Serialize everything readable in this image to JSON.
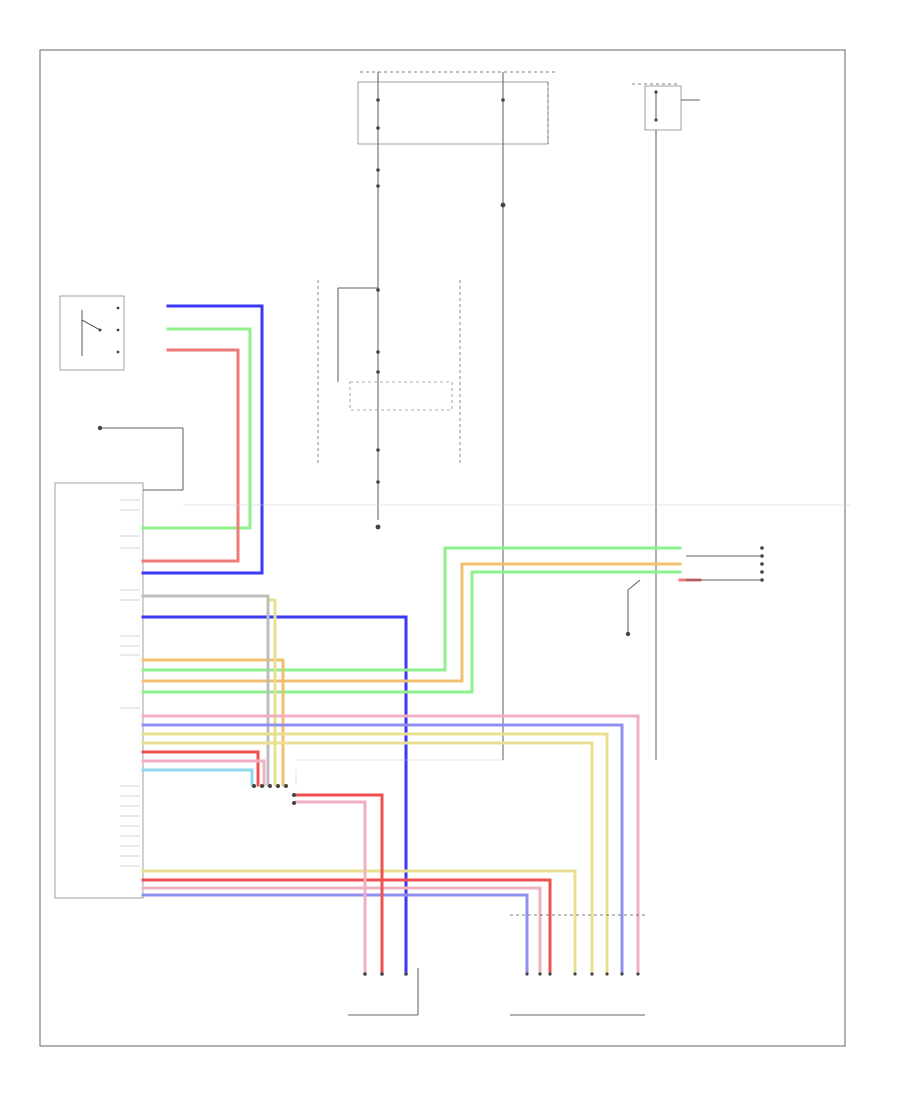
{
  "page_number": "",
  "colors": {
    "blue": "#3a3af2",
    "green": "#8ef08e",
    "pink": "#f07a7a",
    "red": "#f05050",
    "orange": "#f0c070",
    "yellow": "#e8e090",
    "light_pink": "#f0b0c0",
    "light_blue": "#8fd8f0",
    "gray": "#bdbdbd",
    "frame": "#666666"
  },
  "icons": [
    "ground-symbol",
    "connector-pin",
    "fuse-symbol",
    "switch-symbol",
    "relay-symbol"
  ]
}
